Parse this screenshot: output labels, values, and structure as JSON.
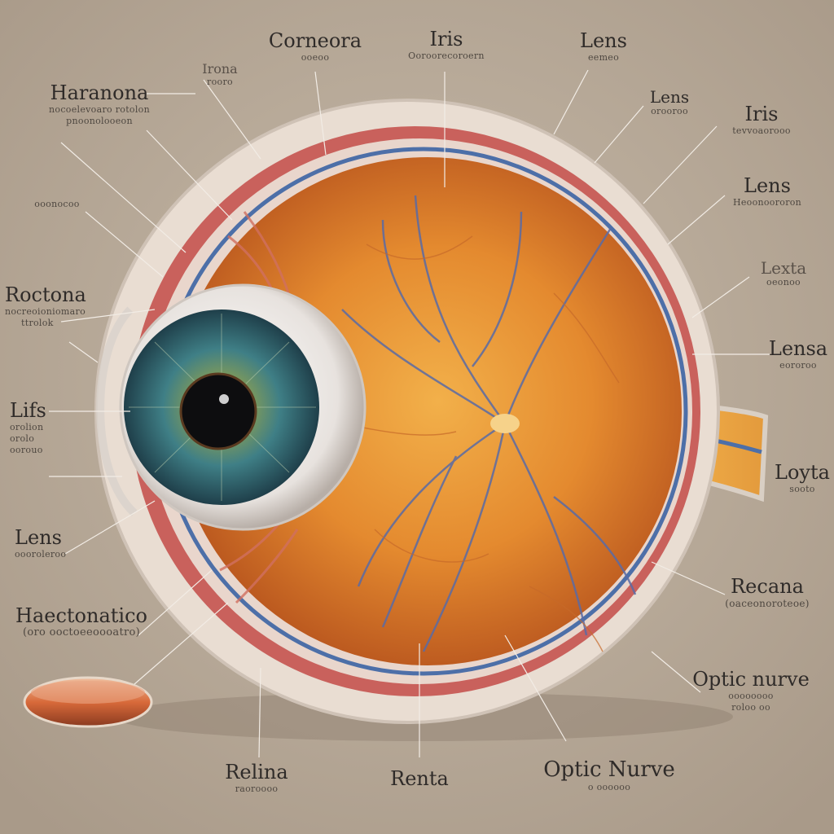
{
  "labels": {
    "top_cornea": {
      "title": "Corneora",
      "sub": "ooeoo"
    },
    "top_iris": {
      "title": "Iris",
      "sub": "Ooroorecoroern"
    },
    "top_lens": {
      "title": "Lens",
      "sub": "eemeo"
    },
    "left_haranona": {
      "title": "Haranona",
      "sub1": "nocoelevoaro rotolon",
      "sub2": "pnoonolooeon"
    },
    "small_lrona": {
      "title": "Irona",
      "sub": "rooro"
    },
    "left_small": {
      "sub": "ooonocoo"
    },
    "left_roctona": {
      "title": "Roctona",
      "sub1": "nocreoioniomaro",
      "sub2": "ttrolok"
    },
    "left_lifs": {
      "title": "Lifs",
      "sub1": "orolion",
      "sub2": "orolo",
      "sub3": "oorouo"
    },
    "left_lens": {
      "title": "Lens",
      "sub": "oooroleroo"
    },
    "left_haectonatico": {
      "title": "Haectonatico",
      "sub": "(oro ooctoeeoooatro)"
    },
    "r_lens1": {
      "title": "Lens",
      "sub": "orooroo"
    },
    "r_iris": {
      "title": "Iris",
      "sub": "tevvoaorooo"
    },
    "r_lens2": {
      "title": "Lens",
      "sub": "Heoonoororon"
    },
    "r_lexta": {
      "title": "Lexta",
      "sub": "oeonoo"
    },
    "r_lensa": {
      "title": "Lensa",
      "sub": "eororoo"
    },
    "r_loyta": {
      "title": "Loyta",
      "sub": "sooto"
    },
    "r_recana": {
      "title": "Recana",
      "sub": "(oaceonoroteoe)"
    },
    "r_optic": {
      "title": "Optic nurve",
      "sub1": "oooooooo",
      "sub2": "roloo oo"
    },
    "b_relina": {
      "title": "Relina",
      "sub": "raoroooo"
    },
    "b_renta": {
      "title": "Renta",
      "sub": ""
    },
    "b_optic": {
      "title": "Optic Nurve",
      "sub": "o oooooo"
    }
  },
  "colors": {
    "background": "#b9ab9b",
    "sclera_outer": "#e9ddd2",
    "choroid": "#c9615c",
    "retina_orange": "#e48a2f",
    "retina_blue_line": "#4d6fa8",
    "iris_teal": "#3f7f86",
    "vessel": "#6a6aa0",
    "optic_nerve": "#e39a3c"
  }
}
